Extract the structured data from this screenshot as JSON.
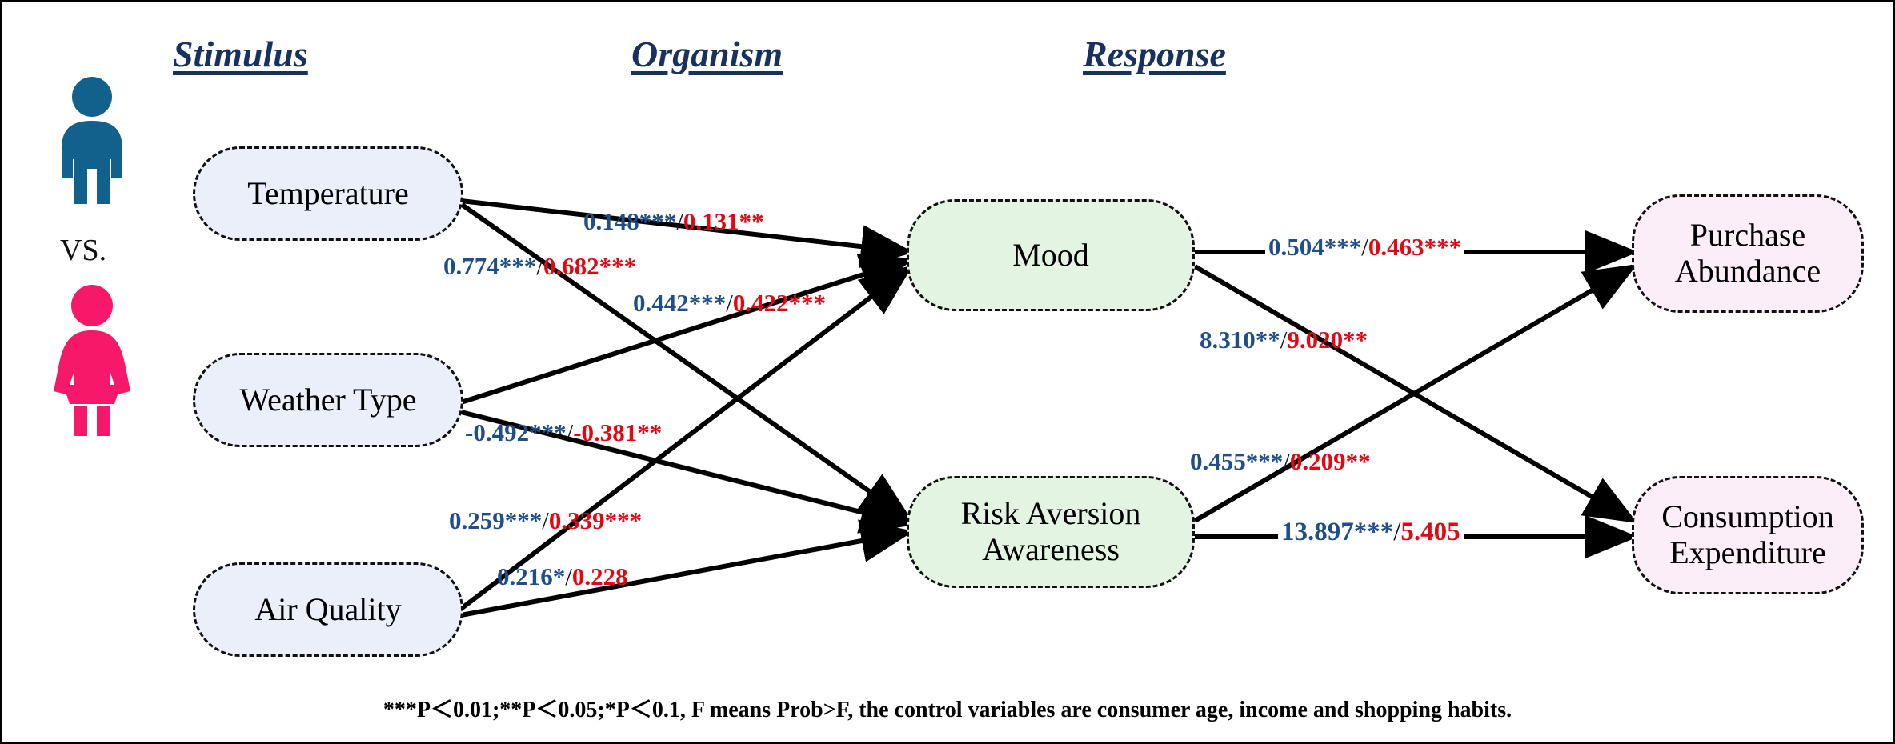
{
  "diagram": {
    "title_columns": [
      {
        "id": "stimulus",
        "label": "Stimulus"
      },
      {
        "id": "organism",
        "label": "Organism"
      },
      {
        "id": "response",
        "label": "Response"
      }
    ],
    "persons": {
      "male_color": "#12618c",
      "female_color": "#f8186a",
      "vs_label": "VS."
    },
    "nodes": {
      "stimulus": [
        {
          "id": "temperature",
          "label": "Temperature"
        },
        {
          "id": "weather-type",
          "label": "Weather Type"
        },
        {
          "id": "air-quality",
          "label": "Air Quality"
        }
      ],
      "organism": [
        {
          "id": "mood",
          "label": "Mood"
        },
        {
          "id": "risk-aversion-awareness",
          "label": "Risk Aversion\nAwareness"
        }
      ],
      "response": [
        {
          "id": "purchase-abundance",
          "label": "Purchase\nAbundance"
        },
        {
          "id": "consumption-expenditure",
          "label": "Consumption\nExpenditure"
        }
      ]
    },
    "edge_labels": [
      {
        "id": "temperature-to-mood",
        "male": "0.148***",
        "female": "0.131**",
        "bold": false
      },
      {
        "id": "temperature-to-risk",
        "male": "0.774***",
        "female": "0.682***",
        "bold": false
      },
      {
        "id": "weather-to-mood",
        "male": "0.442***",
        "female": "0.422***",
        "bold": false
      },
      {
        "id": "weather-to-risk",
        "male": "-0.492***",
        "female": "-0.381**",
        "bold": false
      },
      {
        "id": "airquality-to-mood",
        "male": "0.259***",
        "female": "0.339***",
        "bold": false
      },
      {
        "id": "airquality-to-risk",
        "male": "0.216*",
        "female": "0.228",
        "bold": false
      },
      {
        "id": "mood-to-purchase",
        "male": "0.504***",
        "female": "0.463***",
        "bold": false
      },
      {
        "id": "mood-to-consumption",
        "male": "8.310**",
        "female": "9.020**",
        "bold": false
      },
      {
        "id": "risk-to-purchase",
        "male": "0.455***",
        "female": "0.209**",
        "bold": false
      },
      {
        "id": "risk-to-consumption",
        "male": "13.897***",
        "female": "5.405",
        "bold": true
      }
    ],
    "separator": "/",
    "footnote": "***P＜0.01;**P＜0.05;*P＜0.1, F means Prob>F, the control variables are consumer age, income and shopping habits.",
    "colors": {
      "male": "#1f4e89",
      "female": "#e30613",
      "heading": "#17325e",
      "stimulus_fill": "#eaeff9",
      "organism_fill": "#e3f5e2",
      "response_fill": "#fbeef8"
    }
  }
}
